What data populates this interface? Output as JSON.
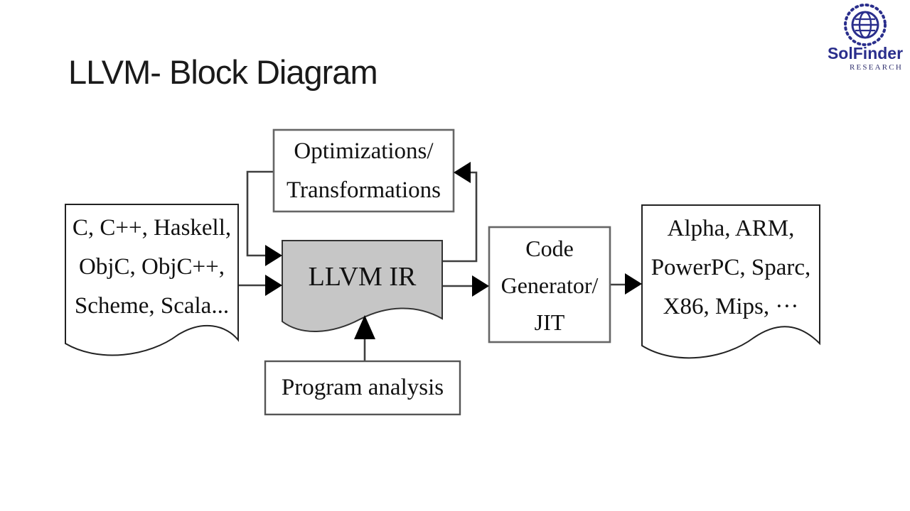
{
  "header": {
    "title": "LLVM- Block Diagram"
  },
  "logo": {
    "name": "SolFinder",
    "subtitle": "RESEARCH",
    "color": "#2a2e8c"
  },
  "colors": {
    "background": "#ffffff",
    "title_text": "#1a1a1a",
    "diagram_text": "#111111",
    "rect_border": "#666666",
    "document_border": "#222222",
    "connector": "#3f3f3f",
    "arrowhead": "#000000",
    "llvm_ir_fill": "#c6c6c6"
  },
  "diagram": {
    "nodes": [
      {
        "id": "source-languages",
        "shape": "document",
        "fill": "#ffffff",
        "lines": [
          "C, C++, Haskell,",
          "ObjC, ObjC++,",
          "Scheme, Scala..."
        ]
      },
      {
        "id": "optimizations-transformations",
        "shape": "rect",
        "fill": "#ffffff",
        "lines": [
          "Optimizations/",
          "Transformations"
        ]
      },
      {
        "id": "llvm-ir",
        "shape": "document",
        "fill": "#c6c6c6",
        "lines": [
          "LLVM IR"
        ]
      },
      {
        "id": "program-analysis",
        "shape": "rect",
        "fill": "#ffffff",
        "lines": [
          "Program analysis"
        ]
      },
      {
        "id": "code-generator-jit",
        "shape": "rect",
        "fill": "#ffffff",
        "lines": [
          "Code",
          "Generator/",
          "JIT"
        ]
      },
      {
        "id": "target-architectures",
        "shape": "document",
        "fill": "#ffffff",
        "lines": [
          "Alpha, ARM,",
          "PowerPC, Sparc,",
          "X86, Mips, ···"
        ]
      }
    ],
    "edges": [
      {
        "from": "source-languages",
        "to": "llvm-ir"
      },
      {
        "from": "optimizations-transformations",
        "to": "llvm-ir"
      },
      {
        "from": "llvm-ir",
        "to": "optimizations-transformations"
      },
      {
        "from": "program-analysis",
        "to": "llvm-ir"
      },
      {
        "from": "llvm-ir",
        "to": "code-generator-jit"
      },
      {
        "from": "code-generator-jit",
        "to": "target-architectures"
      }
    ]
  }
}
